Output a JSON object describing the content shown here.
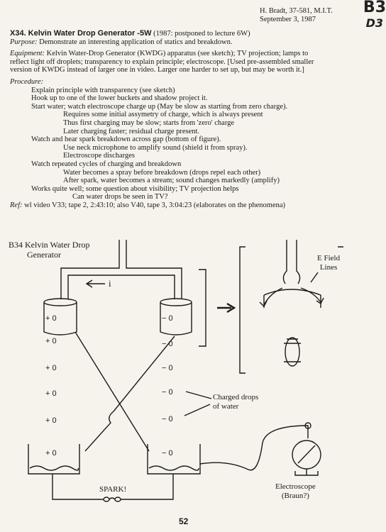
{
  "header": {
    "corner_mark_1": "B3",
    "corner_mark_2": "D3",
    "author": "H. Bradt, 37-581, M.I.T.",
    "date": "September 3, 1987"
  },
  "demo": {
    "code_title": "X34. Kelvin Water Drop Generator -5W",
    "title_note": "(1987: postponed to lecture 6W)",
    "purpose_label": "Purpose:",
    "purpose_text": "Demonstrate an interesting application of statics and breakdown.",
    "equipment_label": "Equipment:",
    "equipment_line1": "Kelvin Water-Drop Generator (KWDG) apparatus (see sketch); TV projection; lamps to",
    "equipment_line2": "reflect light off droplets; transparency to explain principle; electroscope. [Used pre-assembled smaller",
    "equipment_line3": "version of KWDG instead of larger one in video. Larger one harder to set up, but may be worth it.]",
    "procedure_label": "Procedure:",
    "procedure": [
      {
        "level": 1,
        "text": "Explain principle with transparency (see sketch)"
      },
      {
        "level": 1,
        "text": "Hook up to one of the lower buckets and shadow project it."
      },
      {
        "level": 1,
        "text": "Start water; watch electroscope charge up (May be slow as starting from zero charge)."
      },
      {
        "level": 2,
        "text": "Requires some initial assymetry of charge, which is always present"
      },
      {
        "level": 2,
        "text": "Thus first charging may be slow; starts from 'zero' charge"
      },
      {
        "level": 2,
        "text": "Later charging faster; residual charge present."
      },
      {
        "level": 1,
        "text": "Watch and hear spark breakdown across gap (bottom of figure)."
      },
      {
        "level": 2,
        "text": "Use neck microphone to amplify sound (shield it from spray)."
      },
      {
        "level": 2,
        "text": "Electroscope discharges"
      },
      {
        "level": 1,
        "text": "Watch repeated cycles of charging and breakdown"
      },
      {
        "level": 2,
        "text": "Water becomes a spray before breakdown (drops repel each other)"
      },
      {
        "level": 2,
        "text": "After spark, water becomes a stream; sound changes markedly (amplify)"
      },
      {
        "level": 1,
        "text": "Works quite well; some question about visibility; TV projection helps"
      },
      {
        "level": 3,
        "text": "Can water drops be seen in TV?"
      }
    ],
    "ref_label": "Ref:",
    "ref_text": "wl video V33; tape 2, 2:43:10; also V40, tape 3, 3:04:23 (elaborates on the phenomena)"
  },
  "figure": {
    "title_line1": "B34 Kelvin Water Drop",
    "title_line2": "Generator",
    "current_label": "i",
    "efield_line1": "E Field",
    "efield_line2": "Lines",
    "drops_line1": "Charged drops",
    "drops_line2": "of water",
    "spark_label": "SPARK!",
    "electroscope_line1": "Electroscope",
    "electroscope_line2": "(Braun?)",
    "left_drop_label": "+ 0",
    "right_drop_label": "− 0",
    "left_can_label": "+ 0",
    "right_can_label": "− 0"
  },
  "page_number": "52"
}
